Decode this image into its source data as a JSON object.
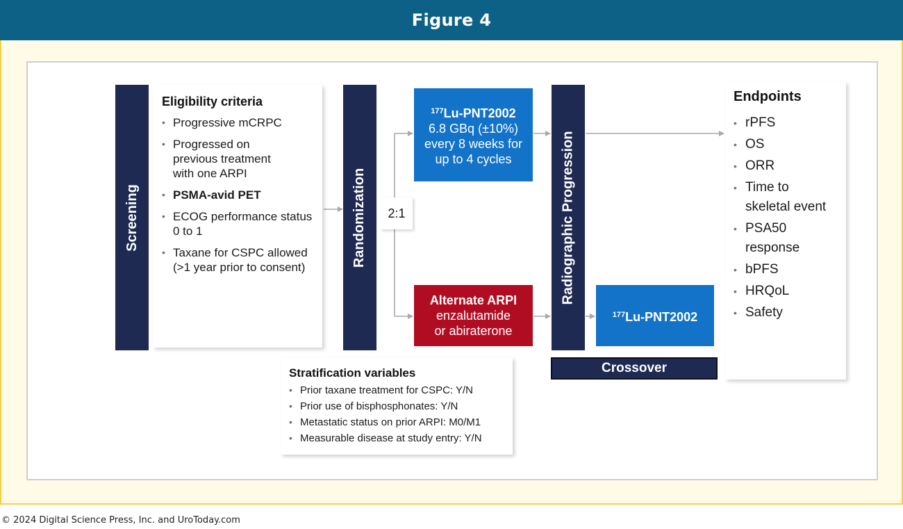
{
  "header": {
    "title": "Figure 4"
  },
  "screening": {
    "label": "Screening"
  },
  "eligibility": {
    "heading": "Eligibility criteria",
    "items": [
      {
        "text": "Progressive mCRPC",
        "bold": false
      },
      {
        "text": "Progressed on previous treatment with one ARPI",
        "bold": false
      },
      {
        "text": "PSMA-avid PET",
        "bold": true
      },
      {
        "text": "ECOG performance status 0 to 1",
        "bold": false
      },
      {
        "text": "Taxane for CSPC allowed (>1 year prior to consent)",
        "bold": false
      }
    ]
  },
  "randomization": {
    "label": "Randomization",
    "ratio": "2:1"
  },
  "arm_experimental": {
    "isotope_superscript": "177",
    "drug": "Lu-PNT2002",
    "dose": "6.8 GBq (±10%)",
    "schedule_line1": "every 8 weeks for",
    "schedule_line2": "up to 4 cycles"
  },
  "arm_control": {
    "title": "Alternate ARPI",
    "line1": "enzalutamide",
    "line2": "or abiraterone"
  },
  "progression": {
    "label": "Radiographic Progression"
  },
  "crossover": {
    "isotope_superscript": "177",
    "drug": "Lu-PNT2002",
    "label": "Crossover"
  },
  "endpoints": {
    "heading": "Endpoints",
    "items": [
      "rPFS",
      "OS",
      "ORR",
      "Time to skeletal event",
      "PSA50 response",
      "bPFS",
      "HRQoL",
      "Safety"
    ]
  },
  "stratification": {
    "heading": "Stratification variables",
    "items": [
      "Prior taxane treatment for CSPC: Y/N",
      "Prior use of bisphosphonates: Y/N",
      "Metastatic status on prior ARPI: M0/M1",
      "Measurable disease at study entry: Y/N"
    ]
  },
  "footer": {
    "copyright": "© 2024 Digital Science Press, Inc. and UroToday.com"
  },
  "colors": {
    "header": "#0e6186",
    "frame": "#f7d04a",
    "navy": "#1e2a52",
    "blue_arm": "#1273c9",
    "red_arm": "#b00d23"
  }
}
